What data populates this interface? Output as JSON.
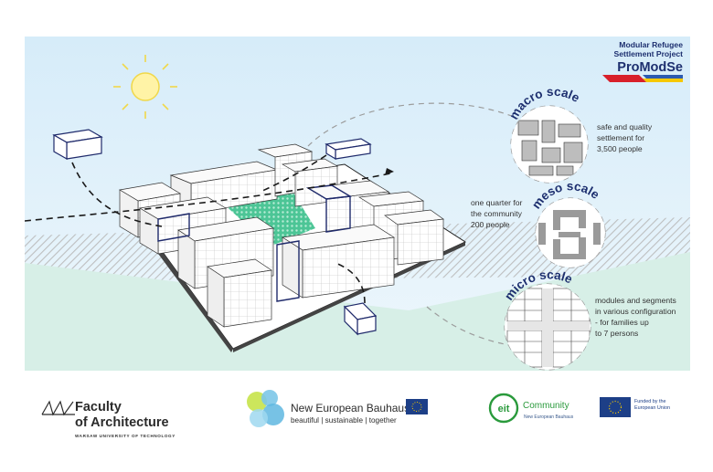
{
  "project": {
    "title_line1": "Modular Refugee",
    "title_line2": "Settlement Project",
    "acronym": "ProModSe"
  },
  "scales": [
    {
      "label": "macro scale",
      "lines": [
        "safe and quality",
        "settlement for",
        "3,500 people"
      ]
    },
    {
      "label": "meso scale",
      "lines": [
        "one quarter for",
        "the community",
        "200 people"
      ]
    },
    {
      "label": "micro scale",
      "lines": [
        "modules and segments",
        "in various configuration",
        "- for families up",
        "to 7 persons"
      ]
    }
  ],
  "footer": {
    "faculty": {
      "line1": "Faculty",
      "line2": "of Architecture",
      "university": "WARSAW UNIVERSITY OF TECHNOLOGY"
    },
    "neb": {
      "name": "New European Bauhaus",
      "tagline": "beautiful | sustainable | together"
    },
    "eit": {
      "badge": "eit",
      "community": "Community",
      "subtitle": "New European Bauhaus"
    },
    "eu": {
      "funded_line1": "Funded by the",
      "funded_line2": "European Union"
    }
  },
  "colors": {
    "sky": "#e1f1fb",
    "green": "#d5efe6",
    "courtyard": "#53c99a",
    "outline": "#1f2a6b",
    "flag_red": "#d8202a",
    "flag_blue": "#2c5bb1",
    "flag_yellow": "#f6c800",
    "title": "#1d2f6f"
  },
  "icons": [
    "sun-icon",
    "faculty-logo-icon",
    "neb-logo-icon",
    "eu-flag-icon",
    "eit-logo-icon"
  ]
}
